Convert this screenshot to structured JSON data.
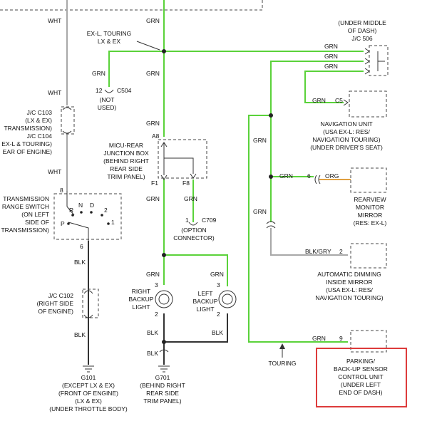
{
  "wire_colors": {
    "green": "#5ad23a",
    "gray": "#a8a8a8",
    "black": "#333333",
    "orange": "#e0a040",
    "highlight": "#dd3b3b"
  },
  "labels": {
    "wht_top": "WHT",
    "grn_top": "GRN",
    "ex_l_touring": [
      "EX-L, TOURING",
      "LX & EX"
    ],
    "under_dash": [
      "(UNDER MIDDLE",
      "OF DASH)",
      "J/C 506"
    ],
    "grn_jc1": "GRN",
    "grn_jc2": "GRN",
    "grn_jc3": "GRN",
    "grn_c504": "GRN",
    "grn_main1": "GRN",
    "c504_pin": "12",
    "c504": "C504",
    "not_used": [
      "(NOT",
      "USED)"
    ],
    "wht_mid": "WHT",
    "grn_c5": "GRN",
    "c5": "C5",
    "nav_unit": [
      "NAVIGATION UNIT",
      "(USA EX-L: RES/",
      "NAVIGATION TOURING)",
      "(UNDER DRIVER'S SEAT)"
    ],
    "jc_c103": [
      "J/C C103",
      "(LX & EX)",
      "TRANSMISSION)",
      "J/C C104",
      "EX-L & TOURING)",
      "EAR OF ENGINE)"
    ],
    "grn_main2": "GRN",
    "grn_right1": "GRN",
    "micu_a8": "A8",
    "micu": [
      "MICU-REAR",
      "JUNCTION BOX",
      "(BEHIND RIGHT",
      "REAR SIDE",
      "TRIM PANEL)"
    ],
    "micu_f1": "F1",
    "micu_f8": "F8",
    "grn_f8": "GRN",
    "wht_low": "WHT",
    "grn_rv": "GRN",
    "rv_pin": "6",
    "org": "ORG",
    "rearview": [
      "REARVIEW",
      "MONITOR",
      "MIRROR",
      "(RES: EX-L)"
    ],
    "grn_main3": "GRN",
    "trans_pin8": "8",
    "trans_switch": [
      "TRANSMISSION",
      "RANGE SWITCH",
      "(ON LEFT",
      "SIDE OF",
      "TRANSMISSION)"
    ],
    "sw_r": "R",
    "sw_n": "N",
    "sw_d": "D",
    "sw_2": "2",
    "sw_1": "1",
    "sw_p": "P",
    "c709_pin": "1",
    "c709": "C709",
    "option_conn": [
      "(OPTION",
      "CONNECTOR)"
    ],
    "grn_right2": "GRN",
    "trans_pin6": "6",
    "blk_gry": "BLK/GRY",
    "adm_pin": "2",
    "adm": [
      "AUTOMATIC DIMMING",
      "INSIDE MIRROR",
      "(USA EX-L: RES/",
      "NAVIGATION TOURING)"
    ],
    "blk_upper": "BLK",
    "grn_rb": "GRN",
    "grn_lb": "GRN",
    "rb_pin3": "3",
    "lb_pin3": "3",
    "right_backup": [
      "RIGHT",
      "BACKUP",
      "LIGHT"
    ],
    "left_backup": [
      "LEFT",
      "BACKUP",
      "LIGHT"
    ],
    "rb_pin2": "2",
    "lb_pin2": "2",
    "jc_c102": [
      "J/C C102",
      "(RIGHT SIDE",
      "OF ENGINE)"
    ],
    "blk_rb": "BLK",
    "blk_lb": "BLK",
    "blk_lower": "BLK",
    "grn_pk": "GRN",
    "pk_pin": "9",
    "blk_g701": "BLK",
    "touring": "TOURING",
    "parking": [
      "PARKING/",
      "BACK-UP SENSOR",
      "CONTROL UNIT",
      "(UNDER LEFT",
      "END OF DASH)"
    ],
    "g101": [
      "G101",
      "(EXCEPT LX & EX)",
      "(FRONT OF ENGINE)",
      "(LX & EX)",
      "(UNDER THROTTLE BODY)"
    ],
    "g701": [
      "G701",
      "(BEHIND RIGHT",
      "REAR SIDE",
      "TRIM PANEL)"
    ]
  }
}
